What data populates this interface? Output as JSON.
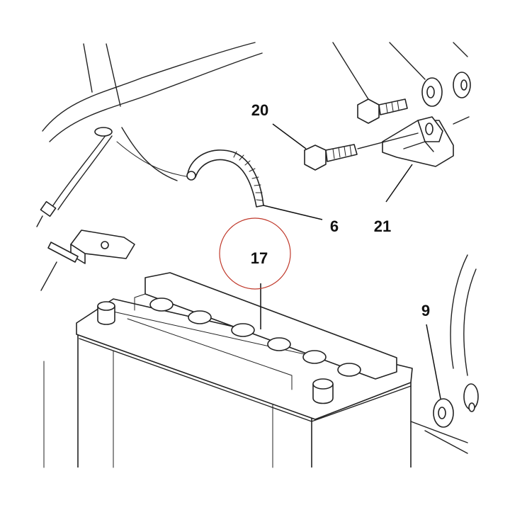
{
  "diagram": {
    "labels": {
      "bolt_upper": "20",
      "strap": "6",
      "bracket": "21",
      "battery": "17",
      "washer": "9"
    },
    "colors": {
      "highlight_circle": "#c0392b",
      "line": "#222222"
    }
  }
}
